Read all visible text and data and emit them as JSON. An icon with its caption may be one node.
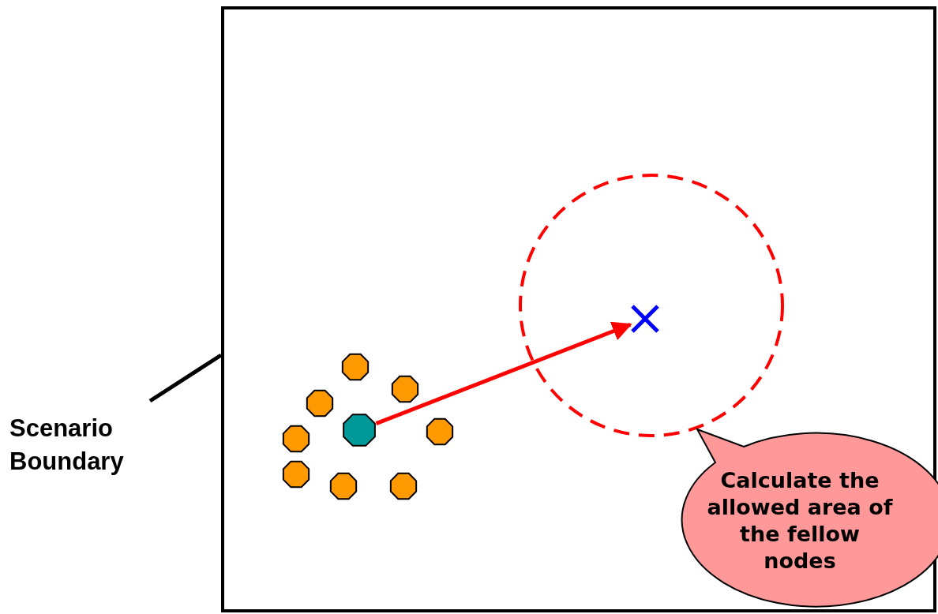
{
  "diagram": {
    "nodes": [
      {
        "text": [],
        "shape": "box"
      },
      {
        "text": [],
        "shape": "circle",
        "in": 0
      },
      {
        "text": [],
        "shape": "cross",
        "in": 1
      },
      {
        "text": [],
        "shape": "octagon",
        "in": 0
      },
      {
        "text": [],
        "shape": "octagon",
        "in": 0
      },
      {
        "text": [],
        "shape": "octagon",
        "in": 0
      },
      {
        "text": [],
        "shape": "octagon",
        "in": 0
      },
      {
        "text": [],
        "shape": "octagon",
        "in": 0
      },
      {
        "text": [],
        "shape": "octagon",
        "in": 0
      },
      {
        "text": [],
        "shape": "octagon",
        "in": 0
      },
      {
        "text": [],
        "shape": "octagon",
        "in": 0
      },
      {
        "text": [],
        "shape": "octagon",
        "in": 0
      },
      {
        "text": [
          "Calculate the allowed area of the fellow nodes"
        ],
        "in": 0
      },
      {
        "text": [
          "Scenario Boundary"
        ]
      }
    ],
    "edges": [
      {
        "from": 7,
        "to": 2,
        "arrow": "to",
        "color": "#ff0000"
      },
      {
        "from": 13,
        "to": 0,
        "arrow": "none",
        "color": "#000000"
      }
    ]
  }
}
